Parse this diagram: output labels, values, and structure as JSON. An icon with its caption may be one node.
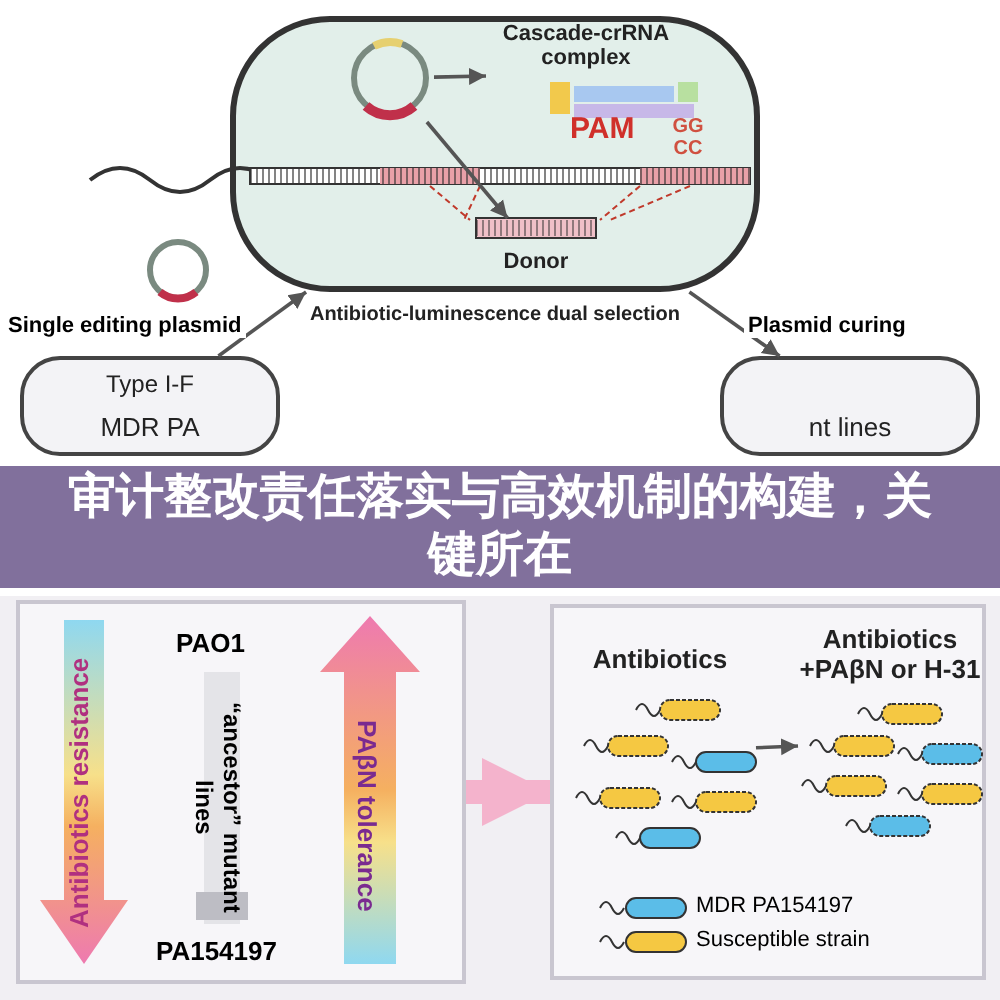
{
  "diagram": {
    "title": "审计整改责任落实与高效机制的构建，关键所在",
    "nodes": [
      {
        "text": [],
        "shape": "box",
        "beside": [
          "Antibiotic-luminescence dual selection"
        ]
      },
      {
        "text": [],
        "shape": "picture",
        "in": 0
      },
      {
        "text": [
          "Cascade-crRNA complex"
        ],
        "in": 0
      },
      {
        "text": [
          "Donor"
        ],
        "in": 0
      },
      {
        "text": [
          "Type I-F",
          "MDR PA"
        ]
      },
      {
        "text": [
          "nt lines"
        ]
      },
      {
        "text": [],
        "shape": "box"
      },
      {
        "text": [
          "Antibiotics resistance"
        ],
        "in": 6
      },
      {
        "text": [
          "PAβN tolerance"
        ],
        "in": 6
      },
      {
        "text": [],
        "shape": "box"
      },
      {
        "text": [
          "Antibiotics"
        ],
        "in": 9
      },
      {
        "text": [
          "Antibiotics +PAβN or H-31"
        ],
        "in": 9
      }
    ],
    "edges": [
      {
        "from": 4,
        "to": 0,
        "arrow": "to",
        "label": "Single editing plasmid"
      },
      {
        "from": 0,
        "to": 5,
        "arrow": "to",
        "label": "Plasmid curing"
      },
      {
        "from": 1,
        "to": 2,
        "arrow": "to"
      },
      {
        "from": 1,
        "to": 3,
        "arrow": "to"
      },
      {
        "from": 6,
        "to": 9,
        "arrow": "to",
        "style": "thick",
        "color": "#f4b3cc"
      },
      {
        "from": 10,
        "to": 11,
        "arrow": "to"
      }
    ],
    "labels": [
      "PAM",
      "GG CC",
      "PAO1",
      "“ancestor” mutant lines",
      "PA154197"
    ],
    "legend": [
      {
        "text": "MDR PA154197",
        "color": "#5bbde8"
      },
      {
        "text": "Susceptible strain",
        "color": "#f5c842"
      }
    ]
  }
}
